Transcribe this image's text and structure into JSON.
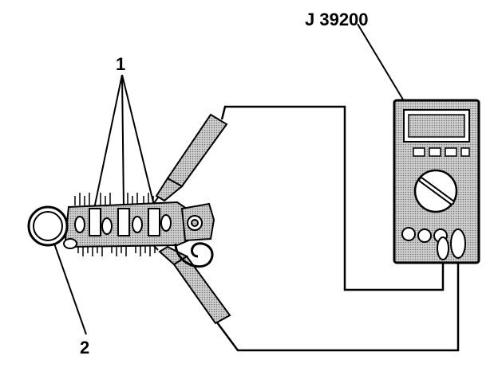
{
  "labels": {
    "tool": "J 39200",
    "callout_1": "1",
    "callout_2": "2"
  },
  "colors": {
    "ink": "#000000",
    "shade": "#b8b8b8",
    "paper": "#ffffff"
  }
}
